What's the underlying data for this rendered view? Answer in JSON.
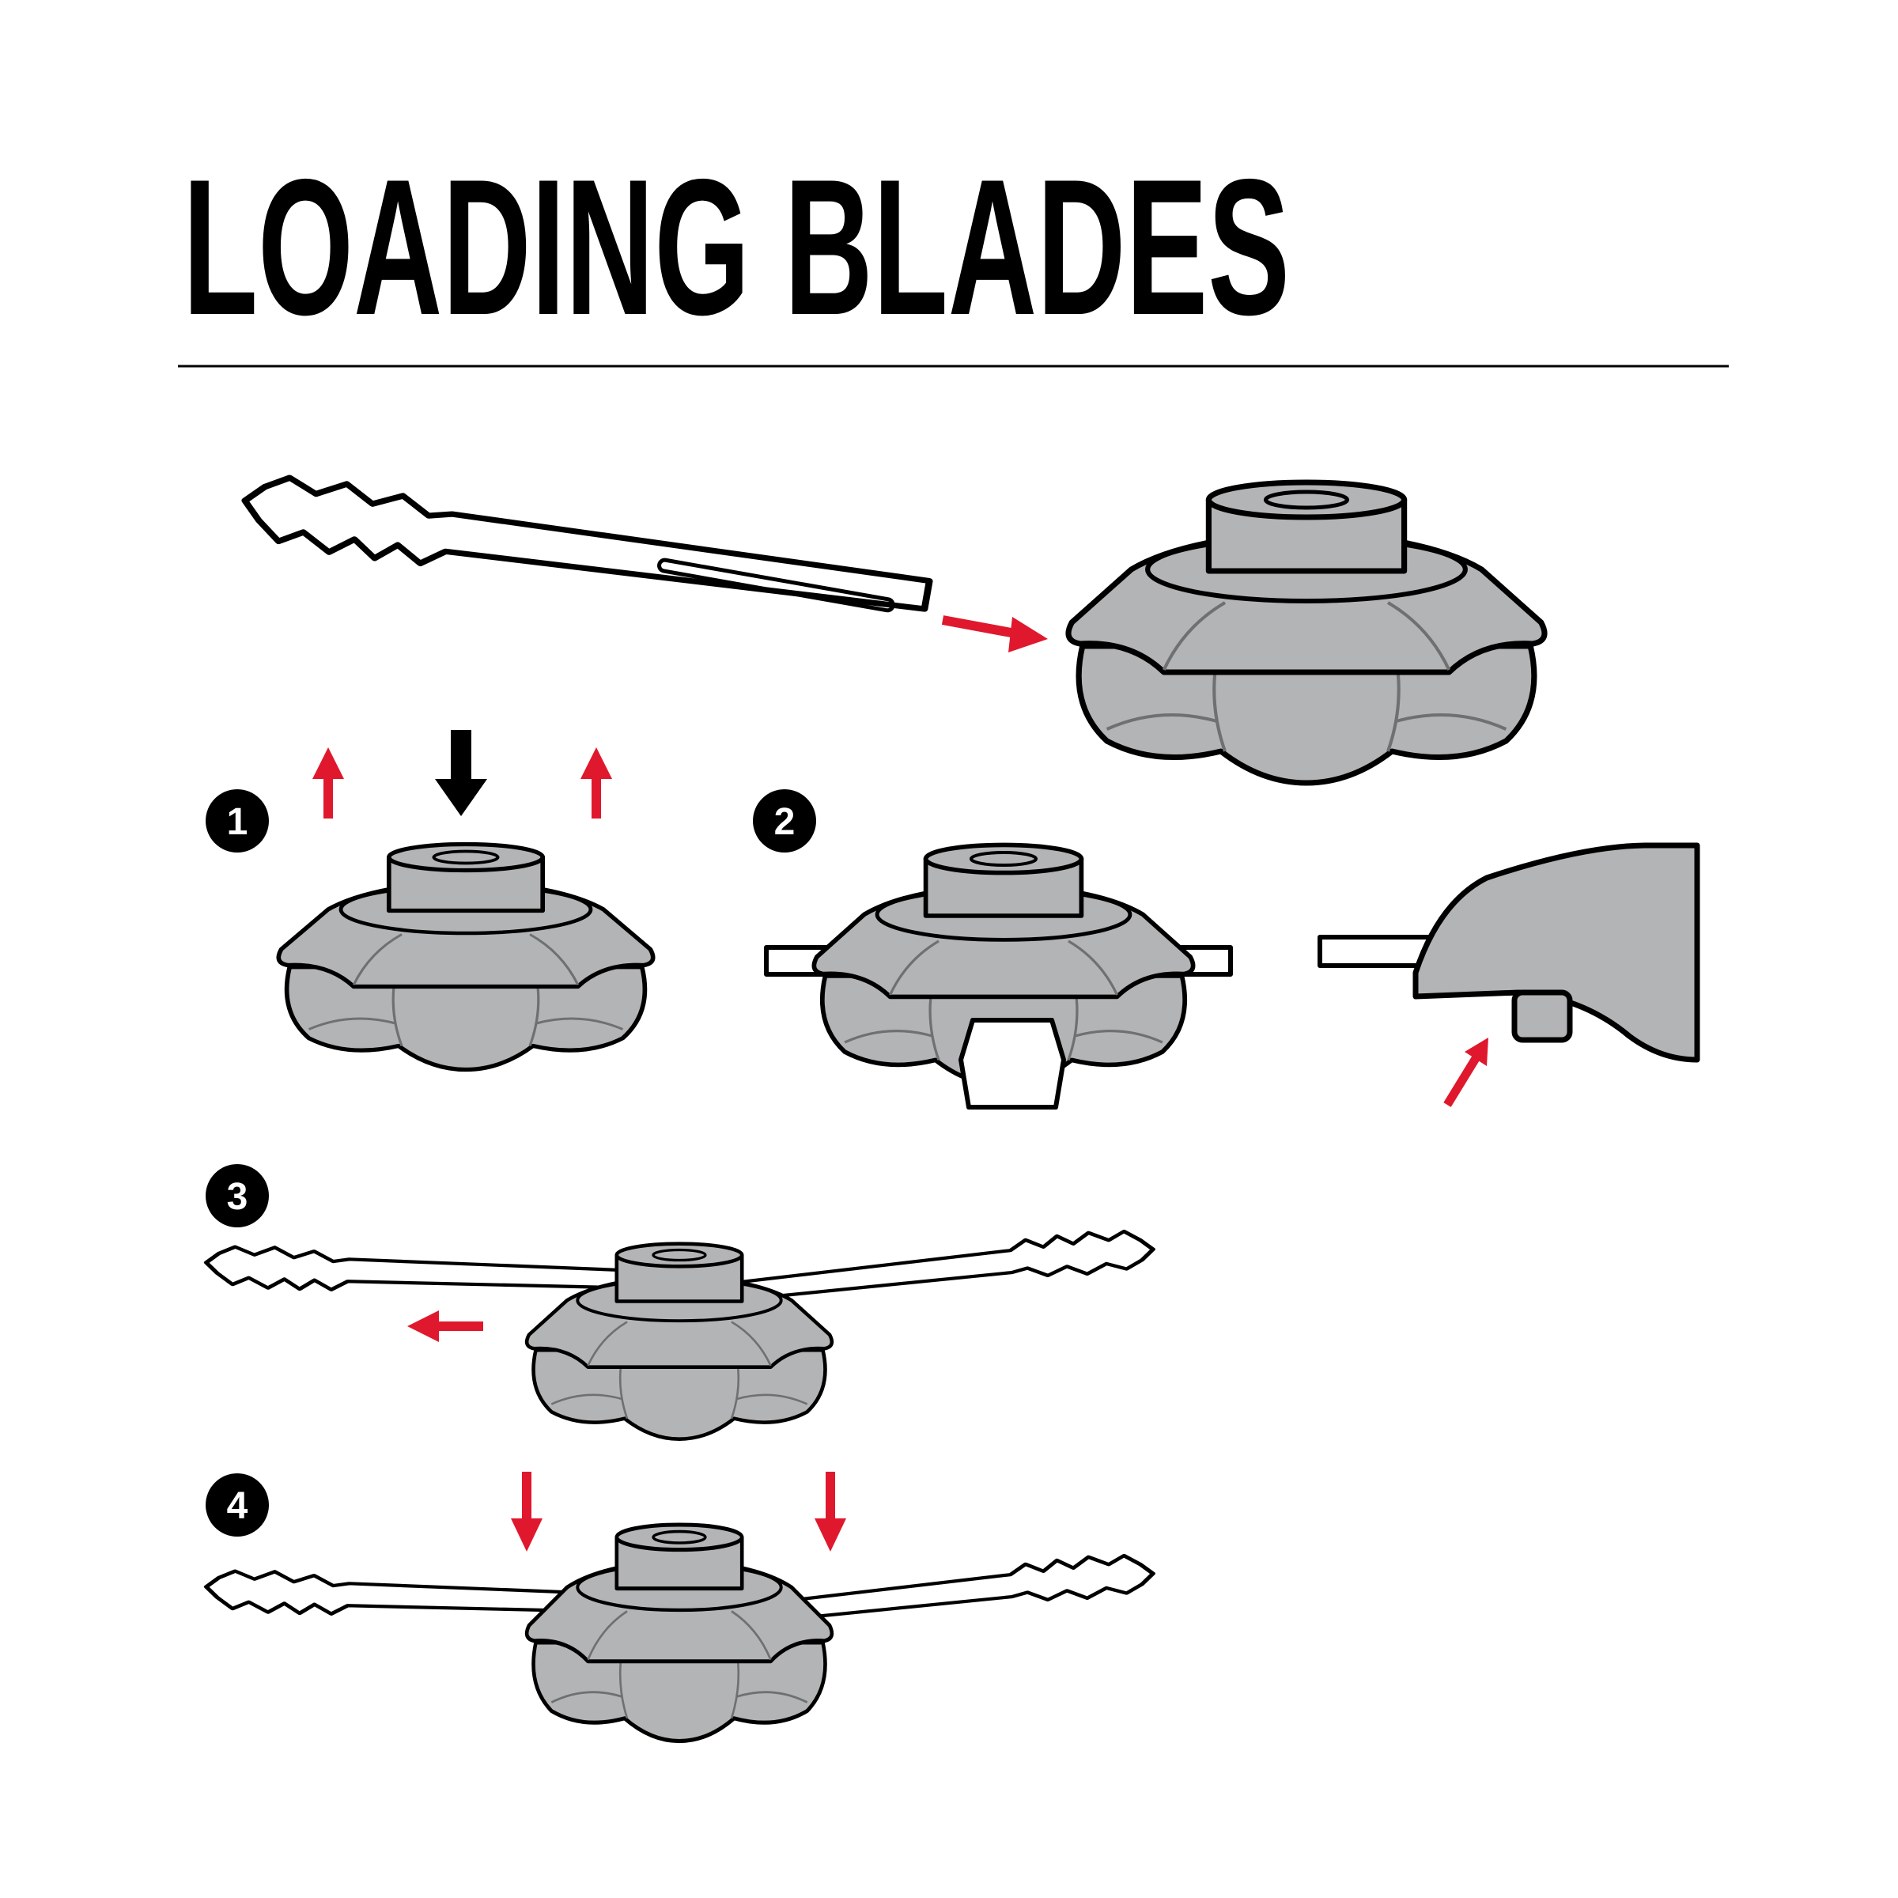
{
  "title": "LOADING BLADES",
  "steps": [
    {
      "number": "1"
    },
    {
      "number": "2"
    },
    {
      "number": "3"
    },
    {
      "number": "4"
    }
  ],
  "colors": {
    "accent_red": "#e0182d",
    "hub_gray": "#b3b4b6",
    "ink": "#000000"
  }
}
